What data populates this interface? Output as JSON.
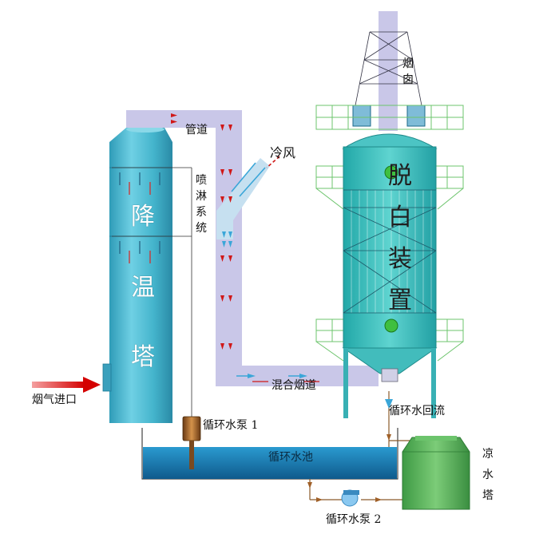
{
  "labels": {
    "cooling_tower_main": [
      "降",
      "温",
      "塔"
    ],
    "pipe": "管道",
    "spray_system": "喷淋系统",
    "cold_air": "冷风",
    "chimney": "烟囱",
    "whitening_device": [
      "脱",
      "白",
      "装",
      "置"
    ],
    "mixed_flue": "混合烟道",
    "flue_gas_inlet": "烟气进口",
    "pump1": "循环水泵 1",
    "pool": "循环水池",
    "return_flow": "循环水回流",
    "cooling_water_tower": "凉水塔",
    "pump2": "循环水泵 2"
  },
  "colors": {
    "tower": "#3fb0c8",
    "duct": "#c8c6e6",
    "device": "#3ec0c0",
    "scaffold": "#7ed07e",
    "pool": "#1880b8",
    "cooler": "#58b858",
    "arrow_red": "#d01818",
    "arrow_blue": "#3aa6d8",
    "pipe_brown": "#a06028"
  }
}
